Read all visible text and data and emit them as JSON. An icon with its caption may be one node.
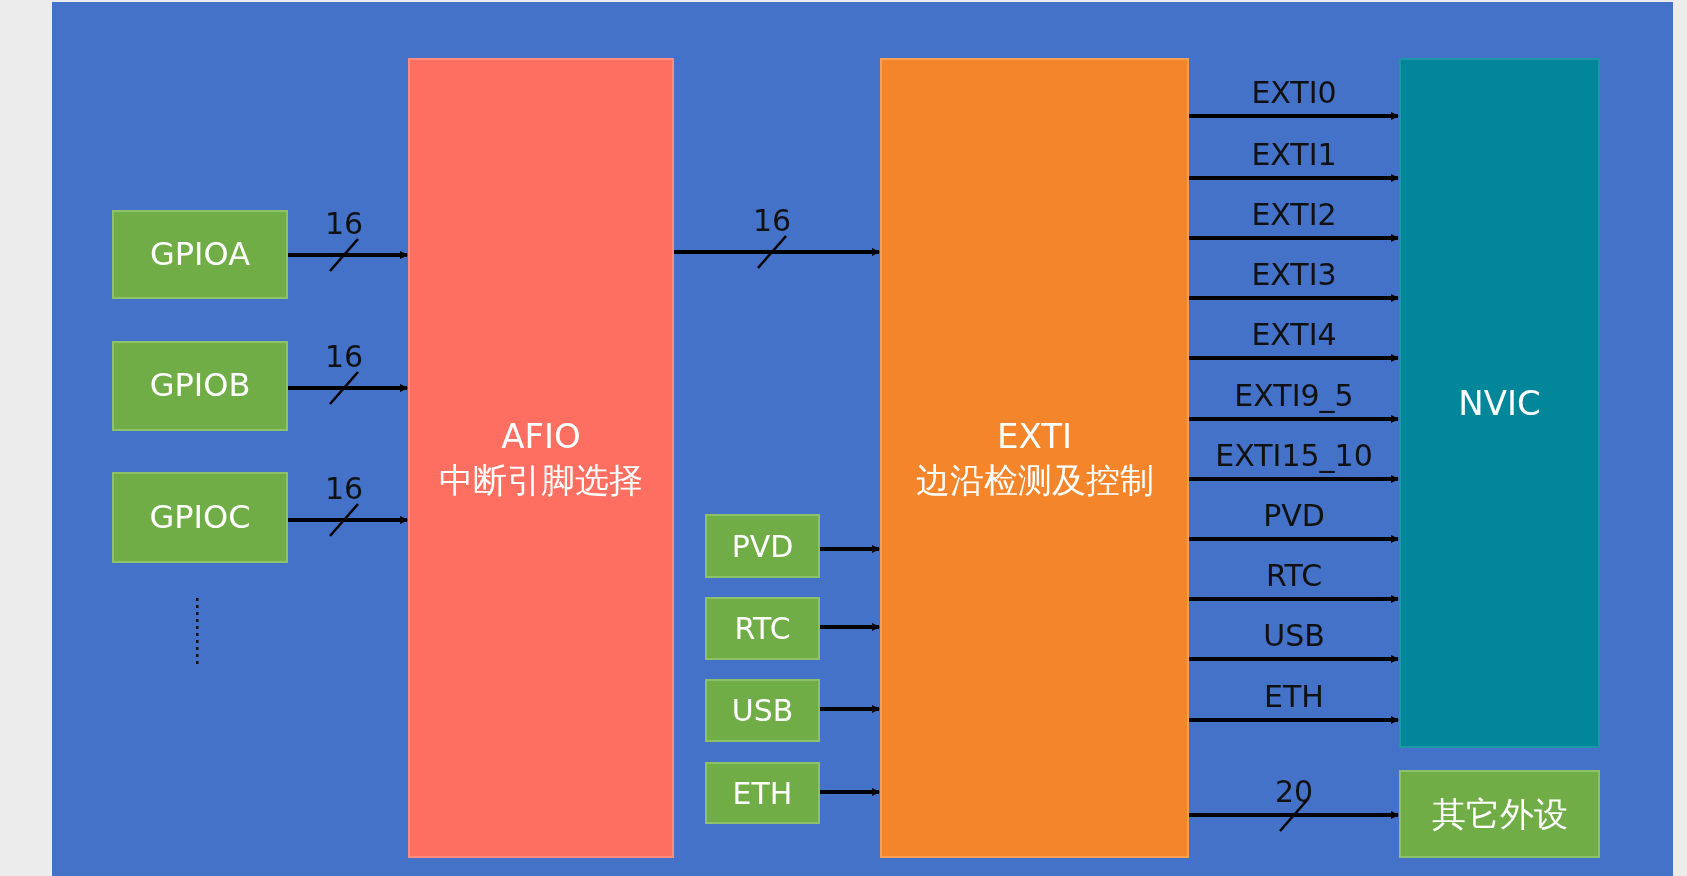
{
  "diagram": {
    "nodes": [
      {
        "text": [
          "GPIOA"
        ]
      },
      {
        "text": [
          "GPIOB"
        ]
      },
      {
        "text": [
          "GPIOC"
        ]
      },
      {
        "text": [
          "AFIO",
          "中断引脚选择"
        ]
      },
      {
        "text": [
          "PVD"
        ]
      },
      {
        "text": [
          "RTC"
        ]
      },
      {
        "text": [
          "USB"
        ]
      },
      {
        "text": [
          "ETH"
        ]
      },
      {
        "text": [
          "EXTI",
          "边沿检测及控制"
        ]
      },
      {
        "text": [
          "NVIC"
        ]
      },
      {
        "text": [
          "其它外设"
        ]
      }
    ],
    "edges": [
      {
        "from": 0,
        "to": 3,
        "arrow": "to",
        "label": "16"
      },
      {
        "from": 1,
        "to": 3,
        "arrow": "to",
        "label": "16"
      },
      {
        "from": 2,
        "to": 3,
        "arrow": "to",
        "label": "16"
      },
      {
        "from": 3,
        "to": 8,
        "arrow": "to",
        "label": "16"
      },
      {
        "from": 4,
        "to": 8,
        "arrow": "to"
      },
      {
        "from": 5,
        "to": 8,
        "arrow": "to"
      },
      {
        "from": 6,
        "to": 8,
        "arrow": "to"
      },
      {
        "from": 7,
        "to": 8,
        "arrow": "to"
      },
      {
        "from": 8,
        "to": 9,
        "arrow": "to",
        "label": "EXTI0"
      },
      {
        "from": 8,
        "to": 9,
        "arrow": "to",
        "label": "EXTI1"
      },
      {
        "from": 8,
        "to": 9,
        "arrow": "to",
        "label": "EXTI2"
      },
      {
        "from": 8,
        "to": 9,
        "arrow": "to",
        "label": "EXTI3"
      },
      {
        "from": 8,
        "to": 9,
        "arrow": "to",
        "label": "EXTI4"
      },
      {
        "from": 8,
        "to": 9,
        "arrow": "to",
        "label": "EXTI9_5"
      },
      {
        "from": 8,
        "to": 9,
        "arrow": "to",
        "label": "EXTI15_10"
      },
      {
        "from": 8,
        "to": 9,
        "arrow": "to",
        "label": "PVD"
      },
      {
        "from": 8,
        "to": 9,
        "arrow": "to",
        "label": "RTC"
      },
      {
        "from": 8,
        "to": 9,
        "arrow": "to",
        "label": "USB"
      },
      {
        "from": 8,
        "to": 9,
        "arrow": "to",
        "label": "ETH"
      },
      {
        "from": 8,
        "to": 10,
        "arrow": "to",
        "label": "20"
      }
    ]
  }
}
